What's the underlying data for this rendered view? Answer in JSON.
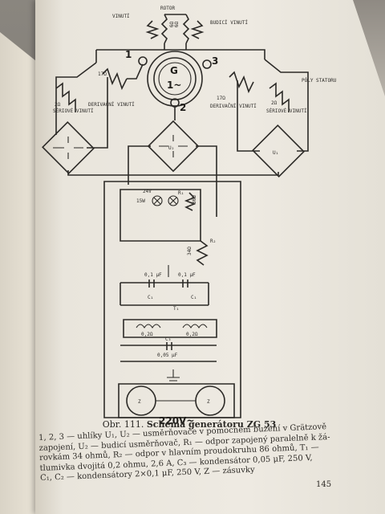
{
  "diagram": {
    "rotor_label": "ROTOR",
    "rotor_resistances": [
      "6Ω",
      "6Ω"
    ],
    "winding_top_left": "VINUTÍ",
    "winding_top_right": "BUDICÍ VINUTÍ",
    "generator_letter": "G",
    "generator_number": "1~",
    "terminals": [
      "1",
      "2",
      "3"
    ],
    "left_series_r": "2Ω",
    "left_series_name": "SÉRIOVÉ VINUTÍ",
    "left_deriv_r": "17Ω",
    "left_deriv_name": "DERIVAČNÍ VINUTÍ",
    "right_deriv_r": "17Ω",
    "right_deriv_name": "DERIVAČNÍ VINUTÍ",
    "right_series_r": "2Ω",
    "right_series_name": "SÉRIOVÉ VINUTÍ",
    "stator_label": "PÓLY STATORU",
    "rectifier_center": "U₂",
    "rectifier_right": "U₁",
    "lamp_voltage": "24V",
    "lamp_power": "15W",
    "r1_label": "R₁",
    "r1_value": "86Ω",
    "r2_label": "R₂",
    "r2_value": "34Ω",
    "cap1_values": [
      "0,1 μF",
      "0,1 μF"
    ],
    "cap_c1_left": "C₁",
    "cap_c1_right": "C₁",
    "t1_label": "T₁",
    "t1_res_left": "0,2Ω",
    "t1_res_right": "0,2Ω",
    "c3_label": "C₃",
    "c3_value": "0,05 μF",
    "socket_left": "Z",
    "socket_right": "Z",
    "mains": "220V~"
  },
  "caption": {
    "prefix": "Obr. 111.",
    "title": "Schema generátoru ZG 53"
  },
  "body_lines": [
    "1, 2, 3 — uhlíky U₁, U₂ — usměrňovače v pomocném buzení v Grätzově",
    "zapojení, U₂ — budicí usměrňovač, R₁ — odpor zapojený paralelně k žá-",
    "rovkám 34 ohmů, R₂ — odpor v hlavním proudokruhu 86 ohmů, T₁ —",
    "tlumivka dvojitá 0,2 ohmu, 2,6 A, C₃ — kondensátor 0,05 μF, 250 V,",
    "C₁, C₂ — kondensátory 2×0,1 μF, 250 V, Z — zásuvky"
  ],
  "page_number": "145"
}
